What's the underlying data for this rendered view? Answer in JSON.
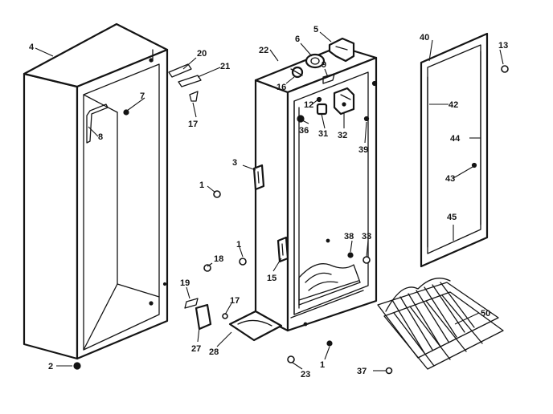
{
  "callouts": {
    "c1a": "1",
    "c1b": "1",
    "c1c": "1",
    "c2": "2",
    "c3": "3",
    "c4": "4",
    "c5": "5",
    "c6": "6",
    "c7": "7",
    "c8": "8",
    "c9": "9",
    "c12": "12",
    "c13": "13",
    "c15": "15",
    "c16": "16",
    "c17a": "17",
    "c17b": "17",
    "c18": "18",
    "c19": "19",
    "c20": "20",
    "c21": "21",
    "c22": "22",
    "c23": "23",
    "c27": "27",
    "c28": "28",
    "c31": "31",
    "c32": "32",
    "c33": "33",
    "c36": "36",
    "c37": "37",
    "c38": "38",
    "c39": "39",
    "c40": "40",
    "c42": "42",
    "c43": "43",
    "c44": "44",
    "c45": "45",
    "c50": "50"
  },
  "colors": {
    "ink": "#141414",
    "paper": "#ffffff"
  }
}
